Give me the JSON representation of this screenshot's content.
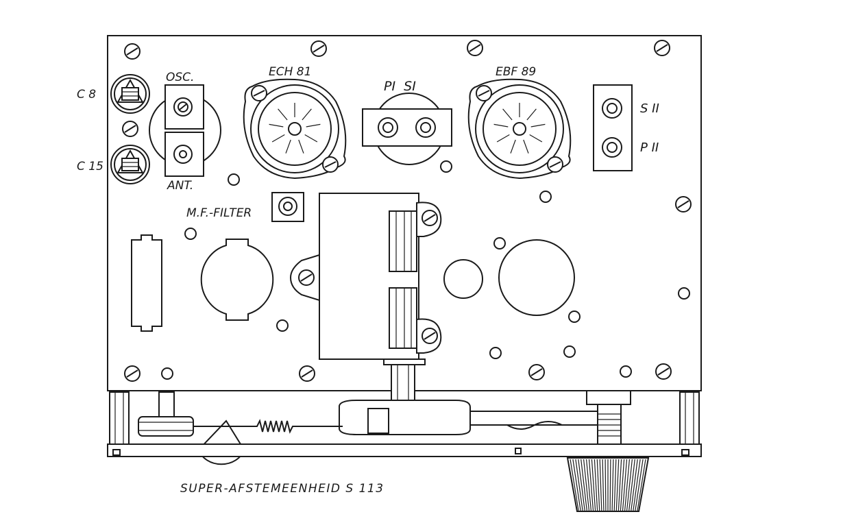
{
  "labels": {
    "c8": "C 8",
    "c15": "C 15",
    "osc": "OSC.",
    "ant": "ANT.",
    "ech81": "ECH 81",
    "pi_si": "PI  SI",
    "ebf89": "EBF 89",
    "s2": "S II",
    "p2": "P II",
    "mf_filter": "M.F.-FILTER",
    "caption": "SUPER-AFSTEMEENHEID S 113"
  }
}
